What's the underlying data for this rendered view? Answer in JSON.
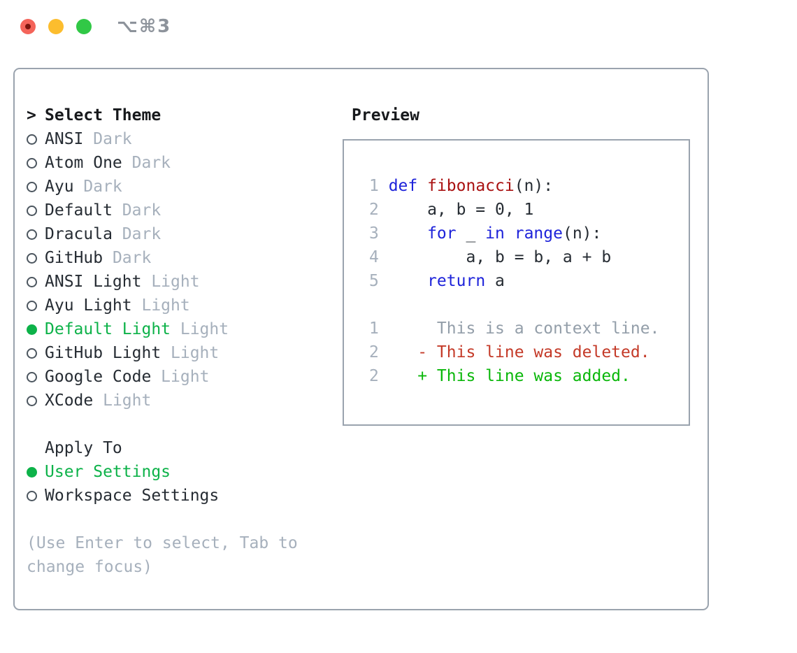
{
  "window": {
    "titlebar": {
      "shortcut_label": "⌥⌘3",
      "controls": [
        "close",
        "minimize",
        "zoom"
      ]
    }
  },
  "colors": {
    "accent_green": "#0db249",
    "diff_added_green": "#0ab70a",
    "diff_deleted_red": "#c43a28",
    "keyword_blue": "#1e23da",
    "function_red": "#a91111",
    "muted_gray": "#a6b0bc",
    "panel_border": "#9aa3ae",
    "traffic_red": "#f4645a",
    "traffic_yellow": "#fcbd2e",
    "traffic_green": "#31c846"
  },
  "theme_panel": {
    "header": {
      "focus_marker": ">",
      "label": "Select Theme"
    },
    "themes": [
      {
        "label": "ANSI",
        "variant": "Dark",
        "selected": false
      },
      {
        "label": "Atom One",
        "variant": "Dark",
        "selected": false
      },
      {
        "label": "Ayu",
        "variant": "Dark",
        "selected": false
      },
      {
        "label": "Default",
        "variant": "Dark",
        "selected": false
      },
      {
        "label": "Dracula",
        "variant": "Dark",
        "selected": false
      },
      {
        "label": "GitHub",
        "variant": "Dark",
        "selected": false
      },
      {
        "label": "ANSI Light",
        "variant": "Light",
        "selected": false
      },
      {
        "label": "Ayu Light",
        "variant": "Light",
        "selected": false
      },
      {
        "label": "Default Light",
        "variant": "Light",
        "selected": true
      },
      {
        "label": "GitHub Light",
        "variant": "Light",
        "selected": false
      },
      {
        "label": "Google Code",
        "variant": "Light",
        "selected": false
      },
      {
        "label": "XCode",
        "variant": "Light",
        "selected": false
      }
    ],
    "apply_to": {
      "label": "Apply To",
      "options": [
        {
          "label": "User Settings",
          "selected": true
        },
        {
          "label": "Workspace Settings",
          "selected": false
        }
      ]
    },
    "help_text": "(Use Enter to select, Tab to change focus)"
  },
  "preview": {
    "label": "Preview",
    "code_lines": [
      {
        "n": "1",
        "tokens": [
          {
            "t": "def",
            "c": "kw"
          },
          {
            "t": " ",
            "c": "pl"
          },
          {
            "t": "fibonacci",
            "c": "fn"
          },
          {
            "t": "(n):",
            "c": "pl"
          }
        ]
      },
      {
        "n": "2",
        "tokens": [
          {
            "t": "    a, b = 0, 1",
            "c": "pl"
          }
        ]
      },
      {
        "n": "3",
        "tokens": [
          {
            "t": "    ",
            "c": "pl"
          },
          {
            "t": "for",
            "c": "kw"
          },
          {
            "t": " _ ",
            "c": "pl"
          },
          {
            "t": "in",
            "c": "kw"
          },
          {
            "t": " ",
            "c": "pl"
          },
          {
            "t": "range",
            "c": "kw"
          },
          {
            "t": "(n):",
            "c": "pl"
          }
        ]
      },
      {
        "n": "4",
        "tokens": [
          {
            "t": "        a, b = b, a + b",
            "c": "pl"
          }
        ]
      },
      {
        "n": "5",
        "tokens": [
          {
            "t": "    ",
            "c": "pl"
          },
          {
            "t": "return",
            "c": "kw"
          },
          {
            "t": " a",
            "c": "pl"
          }
        ]
      }
    ],
    "diff_lines": [
      {
        "n": "1",
        "tokens": [
          {
            "t": "     This is a context line.",
            "c": "ctx"
          }
        ]
      },
      {
        "n": "2",
        "tokens": [
          {
            "t": "   - This line was deleted.",
            "c": "del"
          }
        ]
      },
      {
        "n": "2",
        "tokens": [
          {
            "t": "   + This line was added.",
            "c": "add"
          }
        ]
      }
    ]
  }
}
